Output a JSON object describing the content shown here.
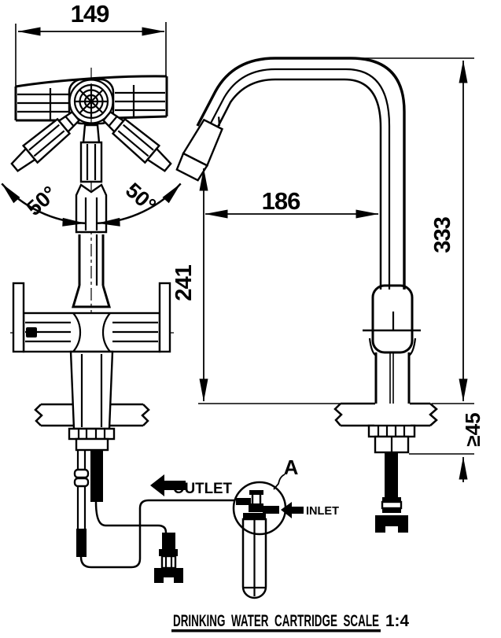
{
  "page": {
    "background": "#ffffff",
    "ink": "#000000"
  },
  "dimensions": {
    "top_width": "149",
    "swing_left": "50°",
    "swing_right": "50°",
    "reach": "186",
    "outlet_height": "241",
    "total_height": "333",
    "deck_thickness": "≥45"
  },
  "labels": {
    "detail": "A",
    "outlet": "OUTLET",
    "inlet": "INLET"
  },
  "title": {
    "text": "DRINKING WATER CARTRIDGE SCALE",
    "scale": "1:4"
  }
}
